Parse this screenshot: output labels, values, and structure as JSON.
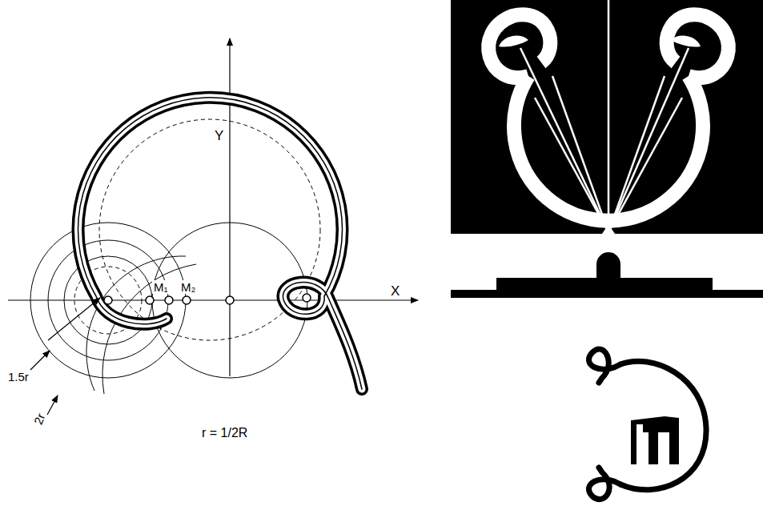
{
  "diagram": {
    "labels": [
      "Y",
      "X",
      "M₁",
      "M₂",
      "1.5r",
      "2r",
      "r = 1/2R"
    ]
  }
}
